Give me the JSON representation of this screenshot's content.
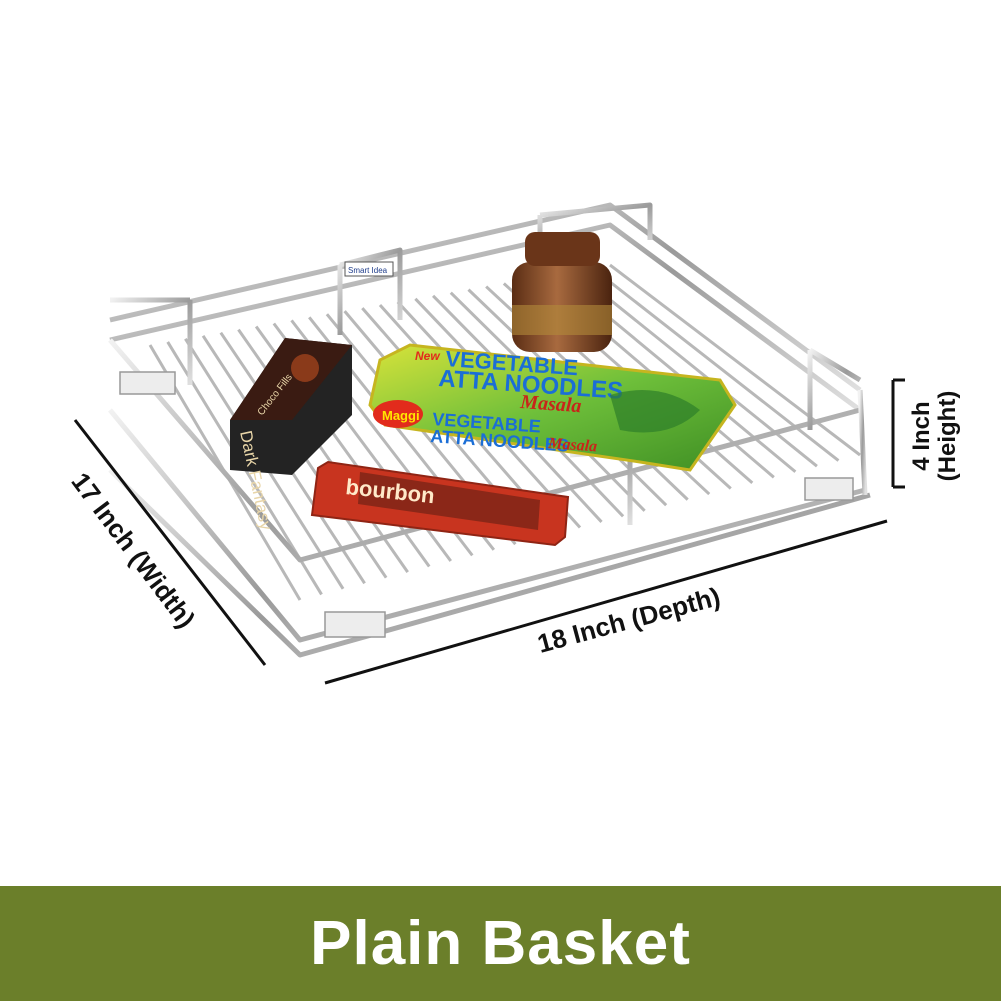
{
  "dimensions": {
    "width_label": "17 Inch (Width)",
    "depth_label": "18 Inch (Depth)",
    "height_value": "4 Inch",
    "height_label": "(Height)"
  },
  "products": {
    "dark_fantasy_brand": "Dark Fantasy",
    "dark_fantasy_sub": "Choco Fills",
    "noodles_new": "New",
    "noodles_title": "ATTA NOODLES",
    "noodles_top": "VEGETABLE",
    "noodles_flavor": "Masala",
    "noodles_brand": "Maggi",
    "biscuit_brand": "bourbon",
    "tag_text": "Smart Idea"
  },
  "banner": {
    "title": "Plain Basket",
    "color": "#6b7f2a"
  }
}
